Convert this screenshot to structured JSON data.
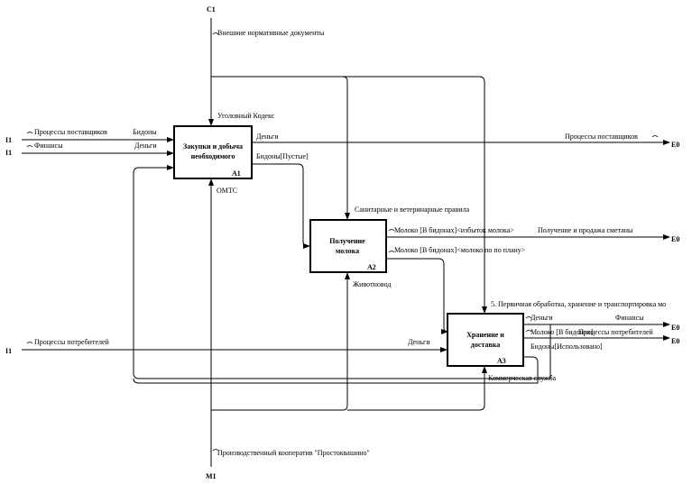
{
  "tunnels": {
    "c1": "C1",
    "m1": "M1",
    "i1a": "I1",
    "i1b": "I1",
    "i1c": "I1",
    "e0a": "E0",
    "e0b": "E0",
    "e0c": "E0",
    "e0d": "E0"
  },
  "boxes": {
    "a1": {
      "title_line1": "Закупки и добыча",
      "title_line2": "необходимого",
      "number": "A1"
    },
    "a2": {
      "title_line1": "Получение",
      "title_line2": "молока",
      "number": "A2"
    },
    "a3": {
      "title_line1": "Хранение и",
      "title_line2": "доставка",
      "number": "A3"
    }
  },
  "labels": {
    "ext_docs": "Внешние нормативные документы",
    "criminal_code": "Уголовный Кодекс",
    "supplier_proc_in": "Процессы поставщиков",
    "bidons_in": "Бидоны",
    "finance_in": "Финансы",
    "money_in": "Деньги",
    "money_out_a1": "Деньги",
    "supplier_proc_out": "Процессы поставщиков",
    "bidons_empty": "Бидоны[Пустые]",
    "omts": "ОМТС",
    "sanitary": "Санитарные и ветеринарные правила",
    "milk_excess": "Молоко [В бидонах]<избыток молока>",
    "milk_sale": "Получение и продажа сметаны",
    "milk_plan": "Молоко [В бидонах]<молоко по по плану>",
    "livestock": "Животновод",
    "primary_proc": "5. Первичная обработка, хранение и транспортировка мо",
    "consumer_proc_in": "Процессы потребителей",
    "money_in_a3": "Деньги",
    "money_out_a3": "Деньги",
    "finance_out": "Финансы",
    "milk_to_consumer": "Молоко [В бидонах]",
    "consumer_proc_out": "Процессы потребителей",
    "bidons_used": "Бидоны[Использовано]",
    "commercial": "Коммерческая служба",
    "coop": "Производственный кооператив \"Простоквашино\""
  }
}
